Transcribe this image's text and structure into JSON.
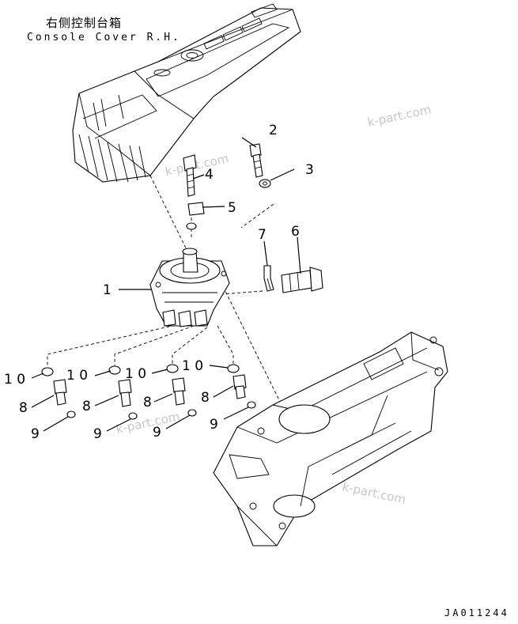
{
  "title": {
    "chinese": "右侧控制台箱",
    "english": "Console Cover R.H."
  },
  "drawing_number": "JA011244",
  "watermark": "k-part.com",
  "callouts": {
    "c1": "1",
    "c2": "2",
    "c3": "3",
    "c4": "4",
    "c5": "5",
    "c6": "6",
    "c7": "7",
    "c8a": "8",
    "c8b": "8",
    "c8c": "8",
    "c8d": "8",
    "c9a": "9",
    "c9b": "9",
    "c9c": "9",
    "c9d": "9",
    "c10a": "1 0",
    "c10b": "1 0",
    "c10c": "1 0",
    "c10d": "1 0"
  }
}
